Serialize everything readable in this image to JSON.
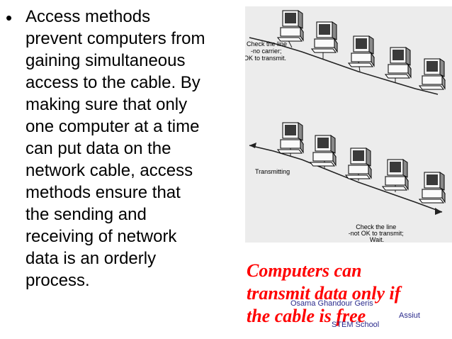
{
  "slide": {
    "bullet_glyph": "•",
    "body_lines": [
      "Access methods",
      "prevent computers from",
      "gaining simultaneous",
      "access to the cable. By",
      "making sure that only",
      "one computer at a time",
      "can put data on the",
      "network cable, access",
      "methods ensure that",
      "the sending and",
      "receiving of network",
      "data is an orderly",
      "process."
    ]
  },
  "figure": {
    "top_label_lines": [
      "Check the line",
      "-no carrier;",
      "OK to transmit."
    ],
    "middle_label": "Transmitting",
    "bottom_label_lines": [
      "Check the line",
      "-not OK to transmit;",
      "Wait."
    ]
  },
  "caption": {
    "lines": [
      "Computers can",
      "transmit data only if",
      "the cable is free"
    ],
    "color": "#ff0000"
  },
  "footer": {
    "author": "Osama Ghandour Geris",
    "city": "Assiut",
    "school": "STEM School"
  }
}
